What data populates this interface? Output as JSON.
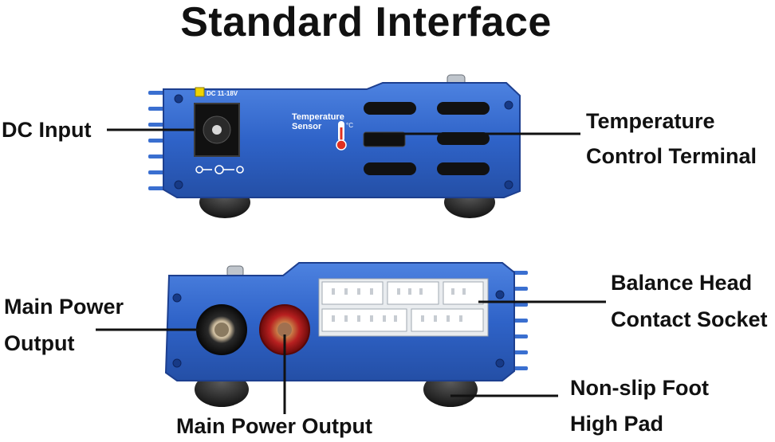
{
  "title": "Standard Interface",
  "labels": {
    "dc_input": "DC Input",
    "temp_line1": "Temperature",
    "temp_line2": "Control Terminal",
    "main_power_left_line1": "Main Power",
    "main_power_left_line2": "Output",
    "main_power_bottom": "Main Power Output",
    "balance_line1": "Balance Head",
    "balance_line2": "Contact Socket",
    "foot_line1": "Non-slip Foot",
    "foot_line2": "High Pad"
  },
  "device_text": {
    "dc_rating": "DC 11-18V",
    "temp_sensor_line1": "Temperature",
    "temp_sensor_line2": "Sensor",
    "temp_unit": "°C"
  },
  "colors": {
    "case_blue": "#2f63c8",
    "case_dark": "#1d3f8f",
    "foot": "#1e1e1e"
  }
}
